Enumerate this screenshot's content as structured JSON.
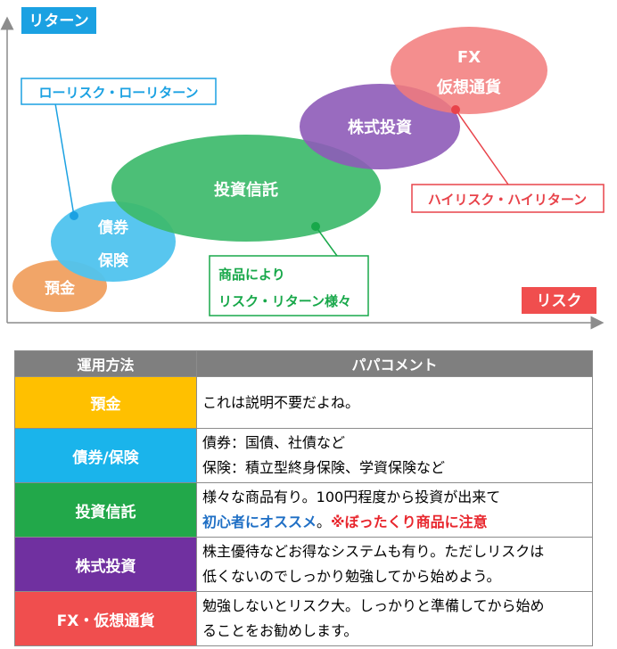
{
  "diagram": {
    "y_axis_label": "リターン",
    "x_axis_label": "リスク",
    "bubbles": [
      {
        "id": "deposit",
        "lines": [
          "預金"
        ],
        "color": "#F0A060"
      },
      {
        "id": "bonds",
        "lines": [
          "債券",
          "保険"
        ],
        "color": "#4FC3EE"
      },
      {
        "id": "trust",
        "lines": [
          "投資信託"
        ],
        "color": "#3DBA6B"
      },
      {
        "id": "stocks",
        "lines": [
          "株式投資"
        ],
        "color": "#8E5BB8"
      },
      {
        "id": "fx",
        "lines": [
          "FX",
          "仮想通貨"
        ],
        "color": "#F27A7A"
      }
    ],
    "callouts": {
      "low_risk": "ローリスク・ローリターン",
      "high_risk": "ハイリスク・ハイリターン",
      "variety": [
        "商品により",
        "リスク・リターン様々"
      ]
    },
    "colors": {
      "axis_label_y_bg": "#1BA1E2",
      "axis_label_x_bg": "#F04E4E",
      "callout_low": "#1BA1E2",
      "callout_high": "#E8434A",
      "callout_variety": "#18A84A"
    }
  },
  "table": {
    "headers": [
      "運用方法",
      "パパコメント"
    ],
    "rows": [
      {
        "method": "預金",
        "color": "#FFC000",
        "lines": [
          [
            {
              "t": "これは説明不要だよね。",
              "s": ""
            }
          ]
        ]
      },
      {
        "method": "債券/保険",
        "color": "#1AB4EB",
        "lines": [
          [
            {
              "t": "債券：国債、社債など",
              "s": ""
            }
          ],
          [
            {
              "t": "保険：積立型終身保険、学資保険など",
              "s": ""
            }
          ]
        ]
      },
      {
        "method": "投資信託",
        "color": "#22A84A",
        "lines": [
          [
            {
              "t": "様々な商品有り。100円程度から投資が出来て",
              "s": ""
            }
          ],
          [
            {
              "t": "初心者にオススメ",
              "s": "blue"
            },
            {
              "t": "。",
              "s": ""
            },
            {
              "t": "※ぼったくり商品に注意",
              "s": "red"
            }
          ]
        ]
      },
      {
        "method": "株式投資",
        "color": "#7030A0",
        "lines": [
          [
            {
              "t": "株主優待などお得なシステムも有り。ただしリスクは",
              "s": ""
            }
          ],
          [
            {
              "t": "低くないのでしっかり勉強してから始めよう。",
              "s": ""
            }
          ]
        ]
      },
      {
        "method": "FX・仮想通貨",
        "color": "#F04E4E",
        "lines": [
          [
            {
              "t": "勉強しないとリスク大。しっかりと準備してから始め",
              "s": ""
            }
          ],
          [
            {
              "t": "ることをお勧めします。",
              "s": ""
            }
          ]
        ]
      }
    ]
  }
}
